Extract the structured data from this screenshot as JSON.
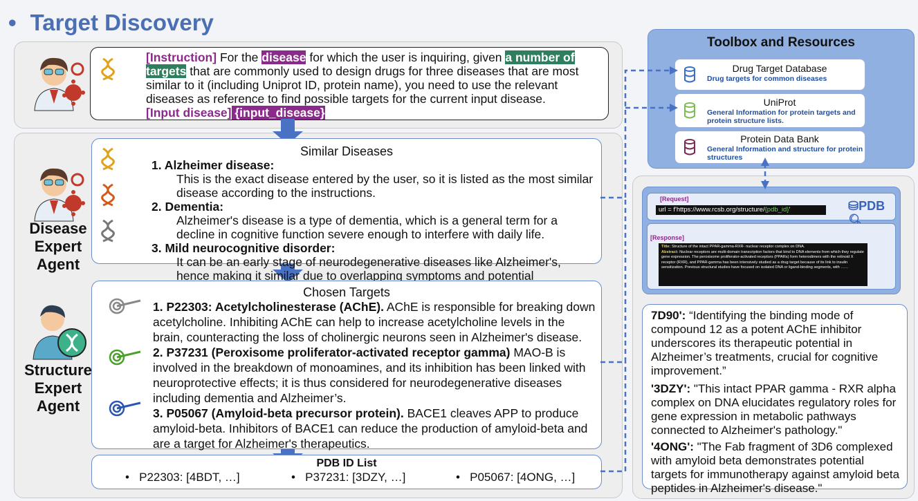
{
  "title": {
    "bullet": "•",
    "text": "Target Discovery"
  },
  "instruction_box": {
    "tag_instruction": "[Instruction]",
    "text_1": " For the ",
    "hl_disease": "disease",
    "text_2": " for which the user is inquiring, given ",
    "hl_targets": "a number of targets",
    "text_3": " that are commonly used to design drugs for three diseases that are most similar to it (including Uniprot ID, protein name), you need to use the relevant diseases as reference to find possible targets for the current input disease.",
    "tag_input": "[Input disease]",
    "hl_input": " {input_disease}"
  },
  "disease_agent": {
    "label_lines": [
      "Disease",
      "Expert",
      "Agent"
    ],
    "section_title": "Similar Diseases",
    "items": [
      {
        "head": "1. Alzheimer disease:",
        "body": "This is the exact disease entered by the user, so it is listed as the most similar disease according to the instructions."
      },
      {
        "head": "2. Dementia:",
        "body": "Alzheimer's disease is a type of dementia, which is a general term for a decline in cognitive function severe enough to interfere with daily life."
      },
      {
        "head": "3. Mild neurocognitive disorder:",
        "body": "It can be an early stage of neurodegenerative diseases like Alzheimer's, hence making it similar due to overlapping symptoms and potential progression."
      }
    ]
  },
  "structure_agent": {
    "label_lines": [
      "Structure",
      "Expert",
      "Agent"
    ],
    "section_title": "Chosen Targets",
    "targets": [
      {
        "head": "1. P22303: Acetylcholinesterase (AChE).",
        "body": " AChE is responsible for breaking down acetylcholine. Inhibiting AChE can help to increase acetylcholine levels in the brain, counteracting the loss of cholinergic neurons seen in Alzheimer's disease."
      },
      {
        "head": "2. P37231 (Peroxisome proliferator-activated receptor gamma)",
        "body": " MAO-B is involved in the breakdown of monoamines, and its inhibition has been linked with neuroprotective effects; it is thus considered for neurodegenerative diseases including dementia and Alzheimer’s."
      },
      {
        "head": "3. P05067 (Amyloid-beta precursor protein).",
        "body": " BACE1 cleaves APP to produce amyloid-beta. Inhibitors of BACE1 can reduce the production of amyloid-beta and are a target for Alzheimer's therapeutics."
      }
    ],
    "pdb_list_title": "PDB ID List",
    "pdb_list": [
      "P22303: [4BDT,  …]",
      "P37231: [3DZY, …]",
      "P05067: [4ONG, …]"
    ]
  },
  "toolbox": {
    "title": "Toolbox and Resources",
    "tools": [
      {
        "name": "Drug Target Database",
        "desc": "Drug targets for common diseases",
        "color": "#3a6fc4"
      },
      {
        "name": "UniProt",
        "desc": "General Information for protein targets and protein structure lists.",
        "color": "#7dbb55"
      },
      {
        "name": "Protein Data Bank",
        "desc": "General Information and structure for protein structures",
        "color": "#7a2a55"
      }
    ]
  },
  "pdb_query": {
    "request_label": "[Request]",
    "url_prefix": "url = f'https://www.rcsb.org/structure/",
    "url_var": "{pdb_id}",
    "url_suffix": "'",
    "logo_text": "PDB",
    "response_label": "[Response]",
    "response_title_key": "Title:",
    "response_title": " Structure of the intact PPAR-gamma-RXR- nuclear receptor complex on DNA.",
    "response_abstract_key": "Abstract:",
    "response_abstract": " Nuclear receptors are multi-domain transcription factors that bind to DNA elements from which they regulate gene expression. The peroxisome proliferator-activated receptors (PPARs) form heterodimers with the retinoid X receptor (RXR), and PPAR-gamma has been intensively studied as a drug target because of its link to insulin sensitization. Previous structural studies have focused on isolated DNA or ligand-binding segments, with ……"
  },
  "quotes": [
    {
      "id": "7D90':",
      "text": " “Identifying the binding mode of compound 12 as a potent AChE inhibitor underscores its therapeutic potential in Alzheimer’s treatments, crucial for cognitive improvement.”"
    },
    {
      "id": "'3DZY':",
      "text": " \"This intact PPAR gamma - RXR alpha complex on DNA elucidates regulatory roles for gene expression in metabolic pathways connected to Alzheimer's pathology.\""
    },
    {
      "id": "'4ONG':",
      "text": " \"The Fab fragment of 3D6 complexed with amyloid beta demonstrates potential targets for immunotherapy against amyloid beta peptides in Alzheimer's disease.\""
    }
  ],
  "colors": {
    "accent": "#4a6fb5",
    "purple": "#8a2a8a",
    "green": "#2f7f5f",
    "arrow": "#4a72c4"
  }
}
